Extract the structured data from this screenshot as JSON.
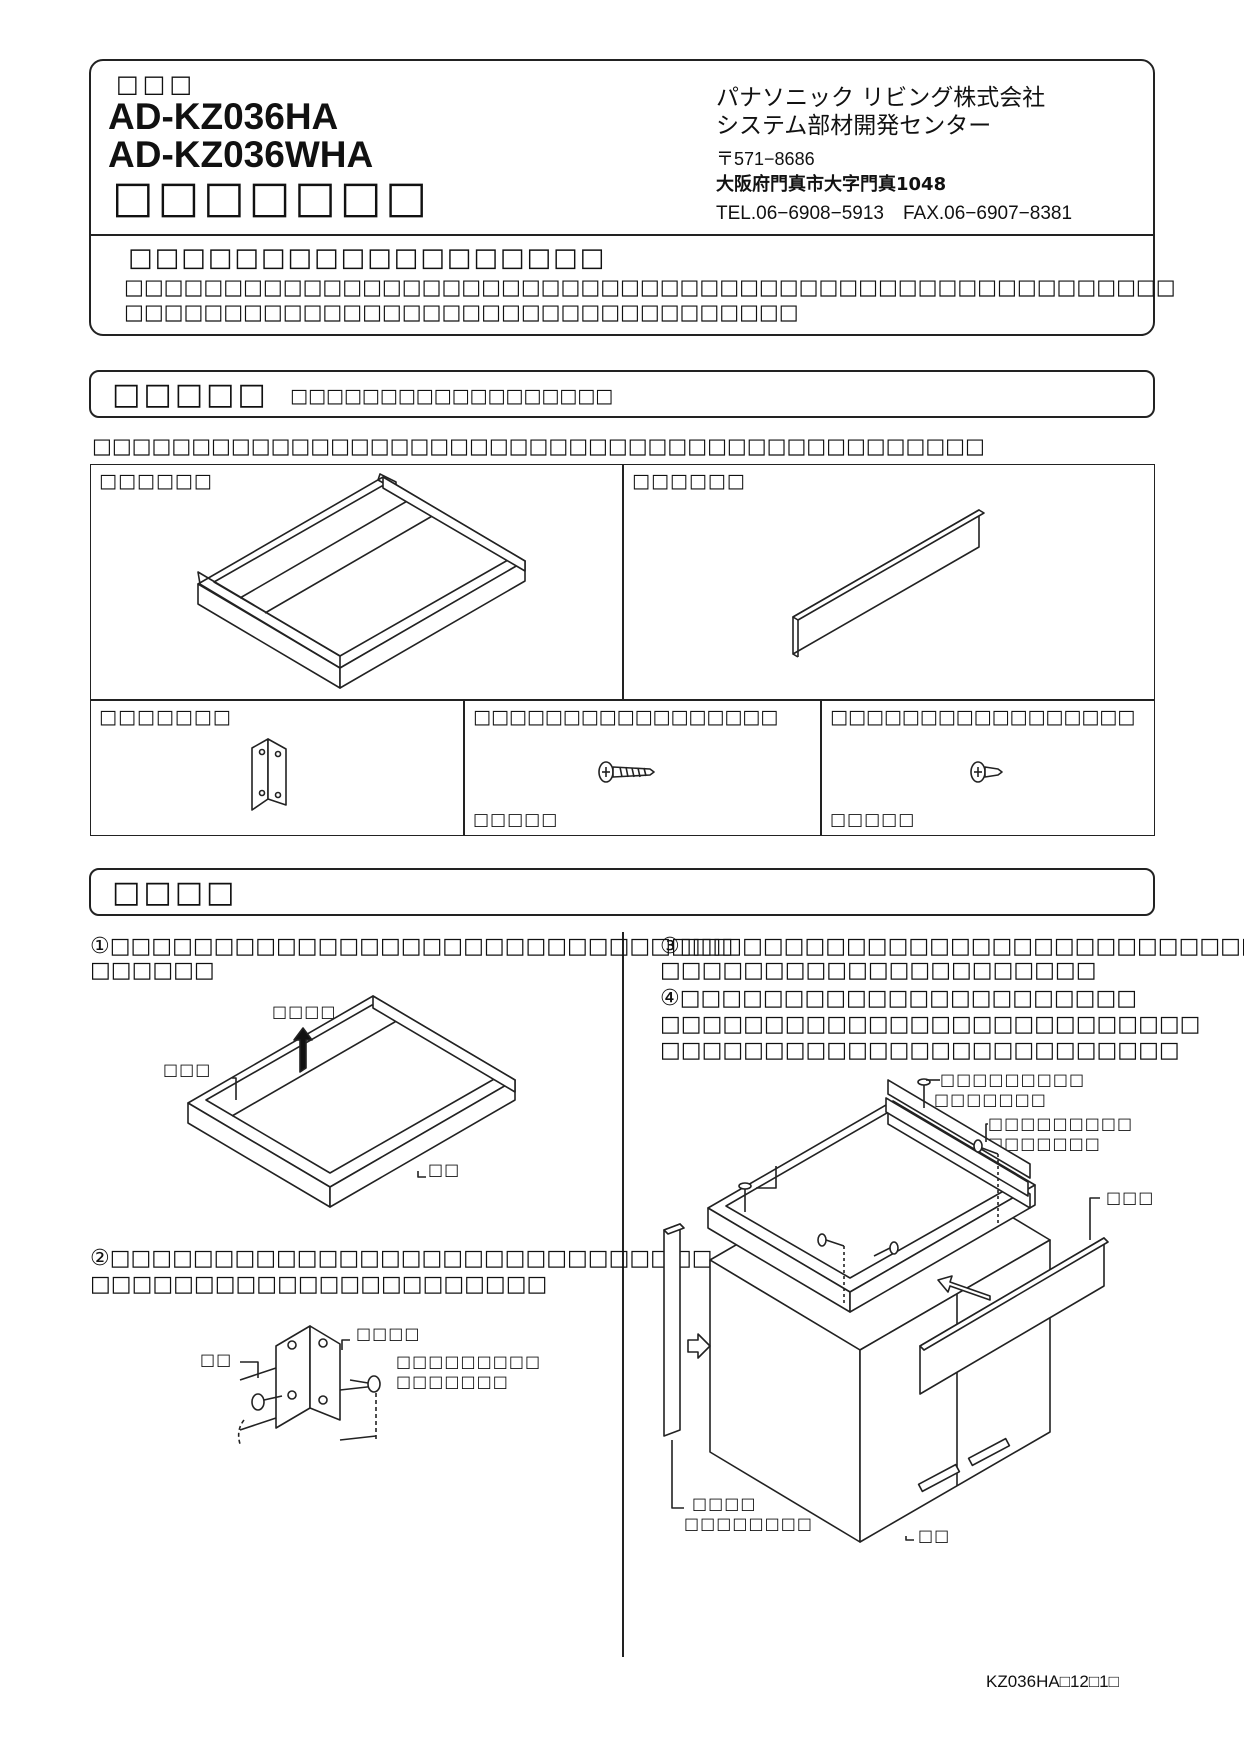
{
  "header": {
    "kind": "□□□",
    "model1": "AD-KZ036HA",
    "model2": "AD-KZ036WHA",
    "doc_title": "□□□□□□□",
    "company": "パナソニック リビング株式会社",
    "dept": "システム部材開発センター",
    "postal": "〒571−8686",
    "address": "大阪府門真市大字門真1048",
    "contact": "TEL.06−6908−5913　FAX.06−6907−8381"
  },
  "notice": {
    "title": "□□□□□□□□□□□□□□□□□□",
    "line1": "□□□□□□□□□□□□□□□□□□□□□□□□□□□□□□□□□□□□□□□□□□□□□□□□□□□□□",
    "line2": "□□□□□□□□□□□□□□□□□□□□□□□□□□□□□□□□□□"
  },
  "parts_section": {
    "title": "□□□□□",
    "subtitle": "□□□□□□□□□□□□□□□□□□",
    "note": "□□□□□□□□□□□□□□□□□□□□□□□□□□□□□□□□□□□□□□□□□□□□□",
    "cells": [
      {
        "label": "□□□□□□"
      },
      {
        "label": "□□□□□□"
      },
      {
        "label": "□□□□□□□"
      },
      {
        "label": "□□□□□□□□□□□□□□□□□",
        "qty": "□□□□□"
      },
      {
        "label": "□□□□□□□□□□□□□□□□□",
        "qty": "□□□□□"
      }
    ]
  },
  "procedure_section": {
    "title": "□□□□",
    "step1": [
      "①□□□□□□□□□□□□□□□□□□□□□□□□□□□□□□",
      "□□□□□□"
    ],
    "step1_labels": [
      "□□□□",
      "□□□",
      "□□"
    ],
    "step2": [
      "②□□□□□□□□□□□□□□□□□□□□□□□□□□□□□",
      "□□□□□□□□□□□□□□□□□□□□□□"
    ],
    "step2_labels": [
      "□□□□",
      "□□",
      "□□□□□□□□□",
      "□□□□□□□"
    ],
    "step3": [
      "③□□□□□□□□□□□□□□□□□□□□□□□□□□□□",
      "□□□□□□□□□□□□□□□□□□□□□"
    ],
    "step4": [
      "④□□□□□□□□□□□□□□□□□□□□□□",
      "□□□□□□□□□□□□□□□□□□□□□□□□□□",
      "□□□□□□□□□□□□□□□□□□□□□□□□□"
    ],
    "step34_labels": [
      "□□□□□□□□□",
      "□□□□□□□",
      "□□□□□□□□□",
      "□□□□□□□",
      "□□",
      "□□□",
      "□□□□",
      "□□□□□□□□",
      "□□"
    ]
  },
  "footer": {
    "code": "KZ036HA□12□1□"
  }
}
